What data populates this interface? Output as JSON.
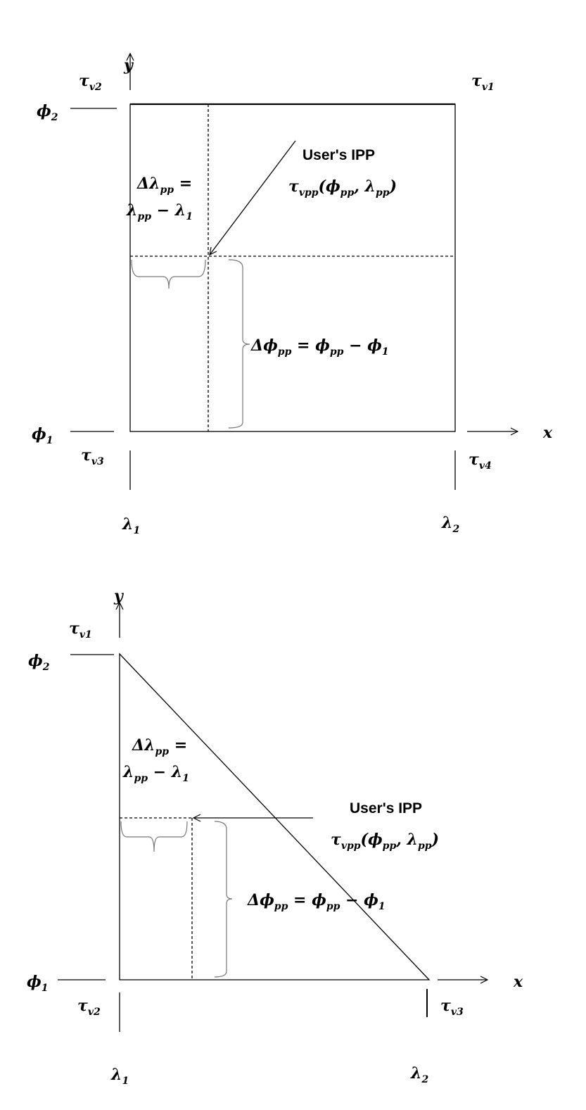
{
  "top": {
    "y_axis": "y",
    "x_axis": "x",
    "tau": "τ",
    "v1": "v1",
    "v2": "v2",
    "v3": "v3",
    "v4": "v4",
    "phi": "ϕ",
    "phi_2_sub": "2",
    "phi_1_sub": "1",
    "lambda": "λ",
    "lambda_1_sub": "1",
    "lambda_2_sub": "2",
    "user_ipp": "User's IPP",
    "ipp_expr": {
      "tau": "τ",
      "sub": "vpp",
      "open": "(ϕ",
      "pp1": "pp",
      "comma": ", λ",
      "pp2": "pp",
      "close": ")"
    },
    "dlambda": {
      "head": "Δλ",
      "sub": "pp",
      "eq": " =",
      "l": "λ",
      "lsub": "pp",
      "minus": "  − λ",
      "one": "1"
    },
    "dphi": {
      "head": "Δϕ",
      "sub": "pp",
      "eq": " = ϕ",
      "sub2": "pp",
      "minus": "  − ϕ",
      "one": "1"
    }
  },
  "bottom": {
    "y_axis": "y",
    "x_axis": "x",
    "tau": "τ",
    "v1": "v1",
    "v2": "v2",
    "v3": "v3",
    "phi": "ϕ",
    "phi_2_sub": "2",
    "phi_1_sub": "1",
    "lambda": "λ",
    "lambda_1_sub": "1",
    "lambda_2_sub": "2",
    "user_ipp": "User's IPP",
    "ipp_expr": {
      "tau": "τ",
      "sub": "vpp",
      "open": "(ϕ",
      "pp1": "pp",
      "comma": ", λ",
      "pp2": "pp",
      "close": ")"
    },
    "dlambda": {
      "head": "Δλ",
      "sub": "pp",
      "eq": " =",
      "l": "λ",
      "lsub": "pp",
      "minus": "  − λ",
      "one": "1"
    },
    "dphi": {
      "head": "Δϕ",
      "sub": "pp",
      "eq": " = ϕ",
      "sub2": "pp",
      "minus": "  − ϕ",
      "one": "1"
    }
  }
}
